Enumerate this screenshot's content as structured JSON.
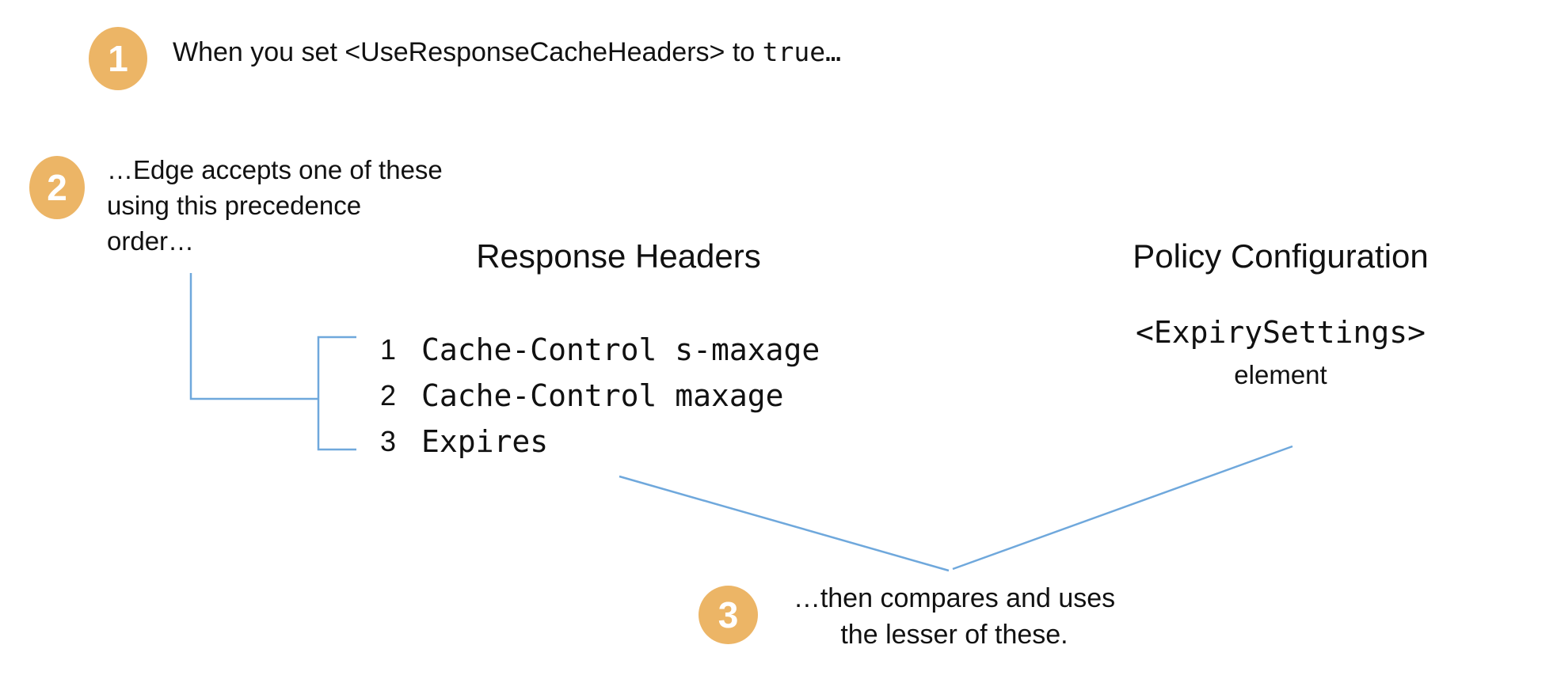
{
  "colors": {
    "background": "#ffffff",
    "badge_orange": "#ecb566",
    "badge_number": "#ffffff",
    "connector_blue": "#6fa8dc",
    "text": "#111111"
  },
  "steps": [
    {
      "number": "1",
      "text_prefix": "When you set <UseResponseCacheHeaders> to ",
      "text_code": "true…"
    },
    {
      "number": "2",
      "lines": [
        "…Edge accepts one of these",
        "using this precedence",
        "order…"
      ]
    },
    {
      "number": "3",
      "lines": [
        "…then compares and uses",
        "the lesser of these."
      ]
    }
  ],
  "columns": {
    "response_headers": {
      "title": "Response Headers",
      "items": [
        {
          "num": "1",
          "code": "Cache-Control s-maxage"
        },
        {
          "num": "2",
          "code": "Cache-Control maxage"
        },
        {
          "num": "3",
          "code": "Expires"
        }
      ]
    },
    "policy_configuration": {
      "title": "Policy Configuration",
      "code": "<ExpirySettings>",
      "label": "element"
    }
  }
}
